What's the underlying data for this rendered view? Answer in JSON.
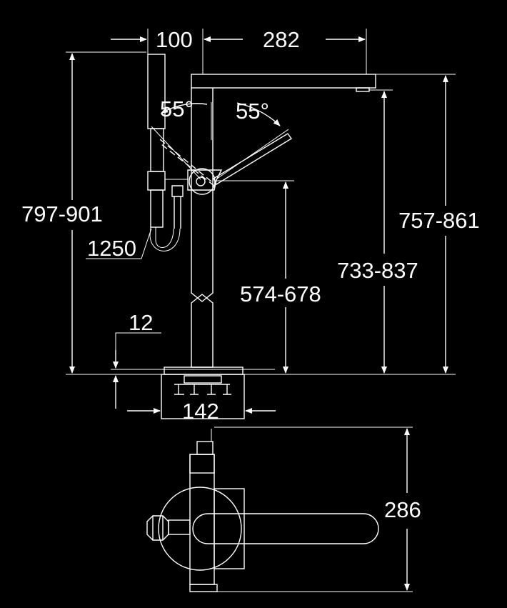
{
  "drawing": {
    "colors": {
      "background": "#000000",
      "line": "#ffffff"
    },
    "dimensions": {
      "hand_shower_offset": "100",
      "spout_reach": "282",
      "swivel_left": "55°",
      "swivel_right": "55°",
      "total_height": "797-901",
      "hose_length": "1250",
      "lever_height": "574-678",
      "spout_underside_height": "733-837",
      "spout_top_height": "757-861",
      "floor_recess": "12",
      "base_width": "142",
      "plan_depth": "286"
    }
  }
}
